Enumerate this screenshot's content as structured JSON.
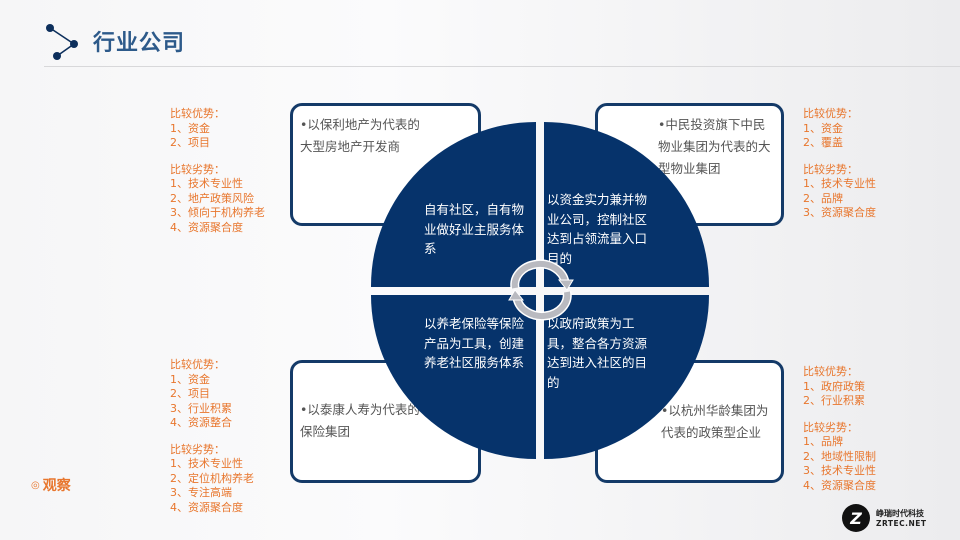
{
  "header": {
    "title": "行业公司",
    "icon": "share-nodes-icon"
  },
  "quadrants": {
    "top_left": {
      "text": "自有社区，自有物业做好业主服务体系"
    },
    "top_right": {
      "text": "以资金实力兼并物业公司，控制社区达到占领流量入口目的"
    },
    "bottom_left": {
      "text": "以养老保险等保险产品为工具，创建养老社区服务体系"
    },
    "bottom_right": {
      "text": "以政府政策为工具，整合各方资源达到进入社区的目的"
    }
  },
  "boxes": {
    "top_left": {
      "text": "•以保利地产为代表的大型房地产开发商"
    },
    "top_right": {
      "text": "•中民投资旗下中民物业集团为代表的大型物业集团"
    },
    "bottom_left": {
      "text": "•以泰康人寿为代表的保险集团"
    },
    "bottom_right": {
      "text": "•以杭州华龄集团为代表的政策型企业"
    }
  },
  "side_lists": {
    "top_left": {
      "advantages_title": "比较优势：",
      "advantages": [
        "1、资金",
        "2、项目"
      ],
      "disadvantages_title": "比较劣势：",
      "disadvantages": [
        "1、技术专业性",
        "2、地产政策风险",
        "3、倾向于机构养老",
        "4、资源聚合度"
      ]
    },
    "top_right": {
      "advantages_title": "比较优势：",
      "advantages": [
        "1、资金",
        "2、覆盖"
      ],
      "disadvantages_title": "比较劣势：",
      "disadvantages": [
        "1、技术专业性",
        "2、品牌",
        "3、资源聚合度"
      ]
    },
    "bottom_left": {
      "advantages_title": "比较优势：",
      "advantages": [
        "1、资金",
        "2、项目",
        "3、行业积累",
        "4、资源整合"
      ],
      "disadvantages_title": "比较劣势：",
      "disadvantages": [
        "1、技术专业性",
        "2、定位机构养老",
        "3、专注高端",
        "4、资源聚合度"
      ]
    },
    "bottom_right": {
      "advantages_title": "比较优势：",
      "advantages": [
        "1、政府政策",
        "2、行业积累"
      ],
      "disadvantages_title": "比较劣势：",
      "disadvantages": [
        "1、品牌",
        "2、地域性限制",
        "3、技术专业性",
        "4、资源聚合度"
      ]
    }
  },
  "observe": {
    "icon": "eye-icon",
    "label": "观察",
    "glyph": "◎"
  },
  "logo": {
    "mark": "Z",
    "name": "峥瑞时代科技",
    "domain": "ZRTEC.NET"
  },
  "colors": {
    "navy": "#06336b",
    "title_blue": "#2d5a8a",
    "orange": "#e8762d",
    "box_border": "#143a68"
  }
}
